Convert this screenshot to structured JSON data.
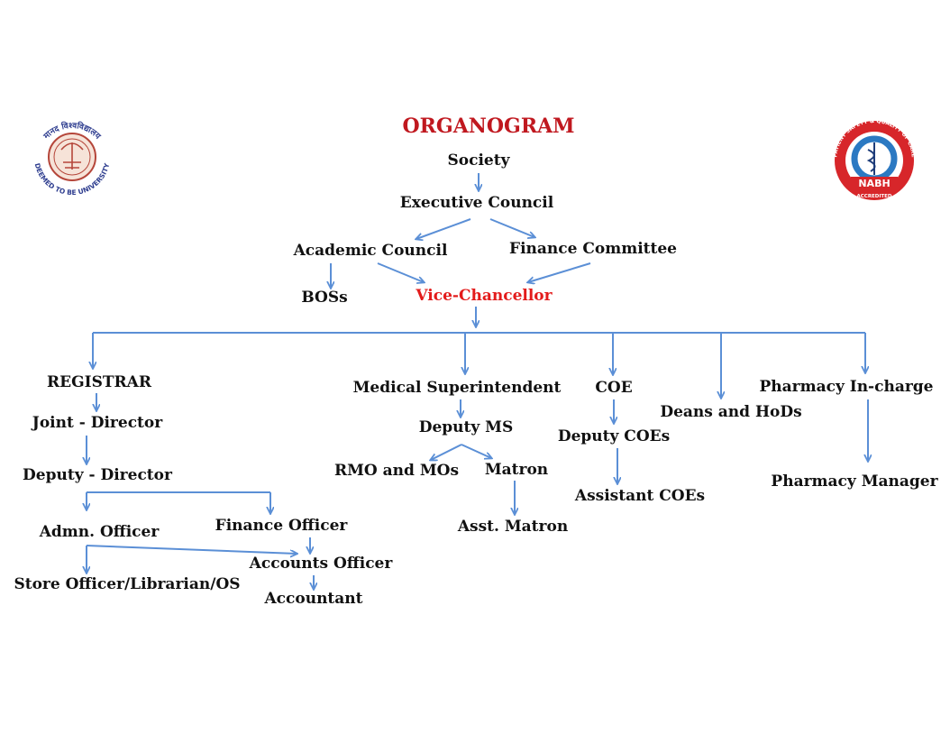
{
  "title": "ORGANOGRAM",
  "colors": {
    "title": "#c0181f",
    "vice_chancellor": "#e31b1b",
    "arrow": "#5b8fd6",
    "nabh_red": "#d7262a"
  },
  "logos": {
    "left": {
      "text_top": "मानद विश्वविद्यालय",
      "text_bottom": "DEEMED TO BE UNIVERSITY"
    },
    "right": {
      "ring": "PATIENT SAFETY & QUALITY OF CARE",
      "name": "NABH",
      "accredited": "ACCREDITED"
    }
  },
  "nodes": {
    "society": "Society",
    "executive_council": "Executive Council",
    "academic_council": "Academic Council",
    "finance_committee": "Finance Committee",
    "boss": "BOSs",
    "vice_chancellor": "Vice-Chancellor",
    "registrar": "REGISTRAR",
    "joint_director": "Joint - Director",
    "deputy_director": "Deputy - Director",
    "admn_officer": "Admn. Officer",
    "finance_officer": "Finance Officer",
    "store_officer": "Store Officer/Librarian/OS",
    "accounts_officer": "Accounts Officer",
    "accountant": "Accountant",
    "medical_superintendent": "Medical Superintendent",
    "deputy_ms": "Deputy MS",
    "rmo_mos": "RMO and MOs",
    "matron": "Matron",
    "asst_matron": "Asst. Matron",
    "coe": "COE",
    "deputy_coes": "Deputy COEs",
    "assistant_coes": "Assistant  COEs",
    "deans_hods": "Deans and HoDs",
    "pharmacy_incharge": "Pharmacy In-charge",
    "pharmacy_manager": "Pharmacy Manager"
  }
}
